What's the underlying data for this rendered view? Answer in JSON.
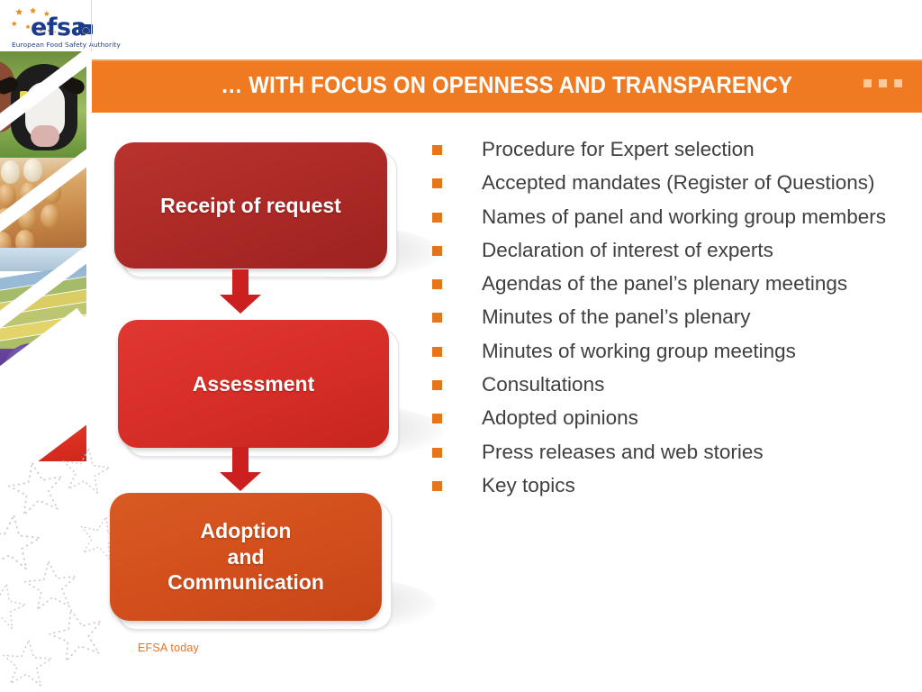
{
  "logo": {
    "wordmark": "efsa",
    "tagline": "European Food Safety Authority",
    "eu_flag_alt": "eu-flag"
  },
  "header": {
    "title": "… WITH FOCUS ON OPENNESS AND TRANSPARENCY",
    "background_color": "#ef7a21",
    "text_color": "#ffffff"
  },
  "flow": {
    "caption": "EFSA today",
    "caption_color": "#e0762a",
    "steps": [
      {
        "label": "Receipt of request",
        "color": "#ab2926"
      },
      {
        "label": "Assessment",
        "color": "#d62d27"
      },
      {
        "label": "Adoption\nand\nCommunication",
        "color": "#d24e1c"
      }
    ],
    "step3_line1": "Adoption",
    "step3_line2": "and",
    "step3_line3": "Communication",
    "arrow_color": "#cc1f1f"
  },
  "bullets": {
    "marker_color": "#e8751a",
    "text_color": "#3f3f3f",
    "items": [
      "Procedure for Expert selection",
      "Accepted mandates (Register of Questions)",
      "Names of panel and working group members",
      "Declaration of interest of experts",
      "Agendas of the panel’s plenary meetings",
      "Minutes of the panel’s plenary",
      "Minutes of working group meetings",
      "Consultations",
      "Adopted opinions",
      "Press releases and web stories",
      "Key topics"
    ]
  },
  "sidebar": {
    "photos": [
      "cow-in-pasture-photo",
      "eggs-in-carton-photo",
      "aerial-farmland-photo",
      "purple-plums-photo",
      "strawberries-photo"
    ]
  }
}
